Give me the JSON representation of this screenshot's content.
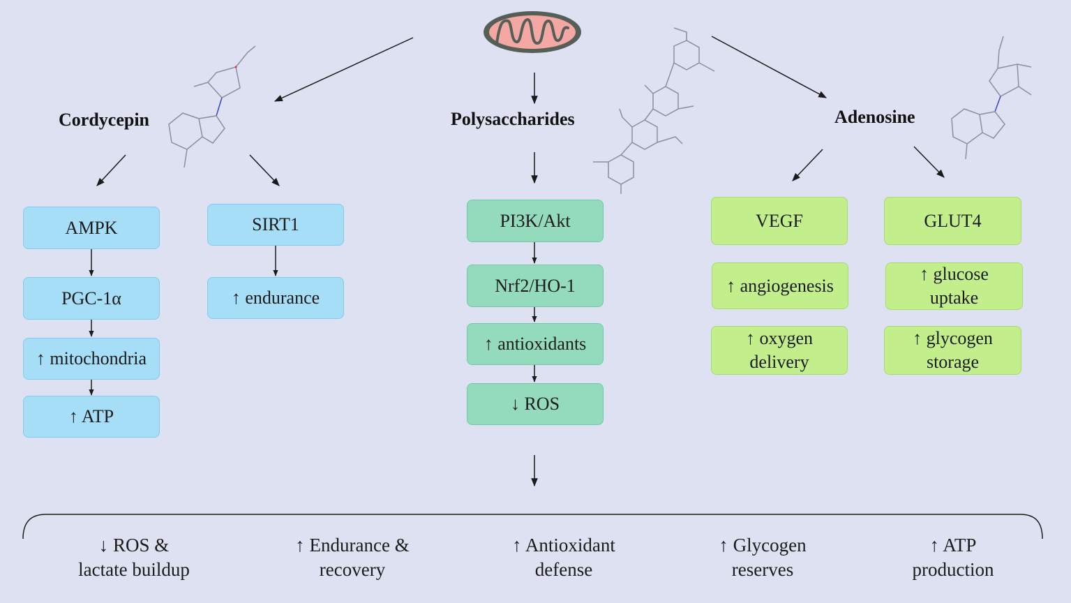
{
  "colors": {
    "background": "#dde1f1",
    "cordycepin_box": "#a6def7",
    "polysaccharides_box": "#94dbbd",
    "adenosine_box": "#c2ee8c",
    "arrow": "#1a1a1a"
  },
  "icons": {
    "top": "mitochondrion-icon",
    "cordycepin": "cordycepin-molecule-icon",
    "polysaccharides": "polysaccharide-molecule-icon",
    "adenosine": "adenosine-molecule-icon"
  },
  "branches": {
    "cordycepin": {
      "title": "Cordycepin",
      "ampk": "AMPK",
      "pgc": "PGC-1α",
      "mitochondria": "↑ mitochondria",
      "atp": "↑ ATP",
      "sirt1": "SIRT1",
      "endurance": "↑ endurance"
    },
    "polysaccharides": {
      "title": "Polysaccharides",
      "pi3k": "PI3K/Akt",
      "nrf2": "Nrf2/HO-1",
      "antioxidants": "↑ antioxidants",
      "ros": "↓ ROS"
    },
    "adenosine": {
      "title": "Adenosine",
      "vegf": "VEGF",
      "angiogenesis": "↑ angiogenesis",
      "oxygen_line1": "↑ oxygen",
      "oxygen_line2": "delivery",
      "glut4": "GLUT4",
      "glucose_line1": "↑ glucose",
      "glucose_line2": "uptake",
      "glycogen_line1": "↑ glycogen",
      "glycogen_line2": "storage"
    }
  },
  "outcomes": [
    {
      "line1": "↓ ROS  &",
      "line2": "lactate buildup"
    },
    {
      "line1": "↑ Endurance &",
      "line2": "recovery"
    },
    {
      "line1": "↑ Antioxidant",
      "line2": "defense"
    },
    {
      "line1": "↑ Glycogen",
      "line2": "reserves"
    },
    {
      "line1": "↑ ATP",
      "line2": "production"
    }
  ]
}
